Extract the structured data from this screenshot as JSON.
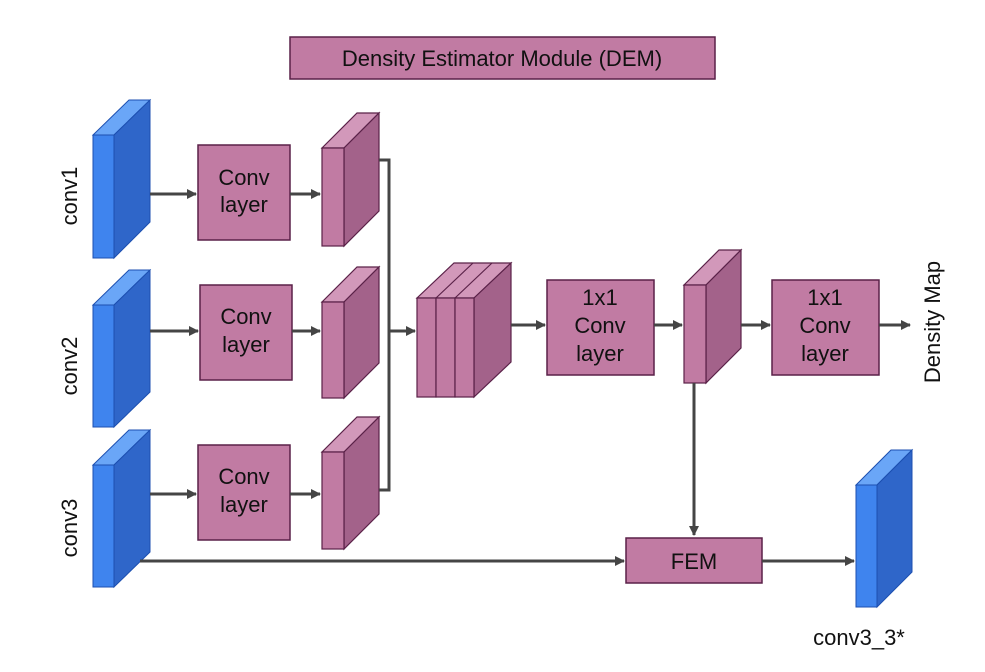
{
  "title": "Density Estimator Module (DEM)",
  "inputs": [
    {
      "label": "conv1"
    },
    {
      "label": "conv2"
    },
    {
      "label": "conv3"
    }
  ],
  "conv_layers": [
    {
      "line1": "Conv",
      "line2": "layer"
    },
    {
      "line1": "Conv",
      "line2": "layer"
    },
    {
      "line1": "Conv",
      "line2": "layer"
    }
  ],
  "conv1x1_a": {
    "line1": "1x1",
    "line2": "Conv",
    "line3": "layer"
  },
  "conv1x1_b": {
    "line1": "1x1",
    "line2": "Conv",
    "line3": "layer"
  },
  "fem": {
    "label": "FEM"
  },
  "output_label": "Density Map",
  "output_feature_label": "conv3_3*",
  "colors": {
    "blue_front": "#3f84ee",
    "blue_side": "#2f66c9",
    "blue_top": "#6aa6f7",
    "blue_stroke": "#1c4fb0",
    "pink_fill": "#c17ba3",
    "pink_side": "#a3628a",
    "pink_top": "#d298ba",
    "pink_stroke": "#5a2148",
    "arrow": "#454545"
  }
}
